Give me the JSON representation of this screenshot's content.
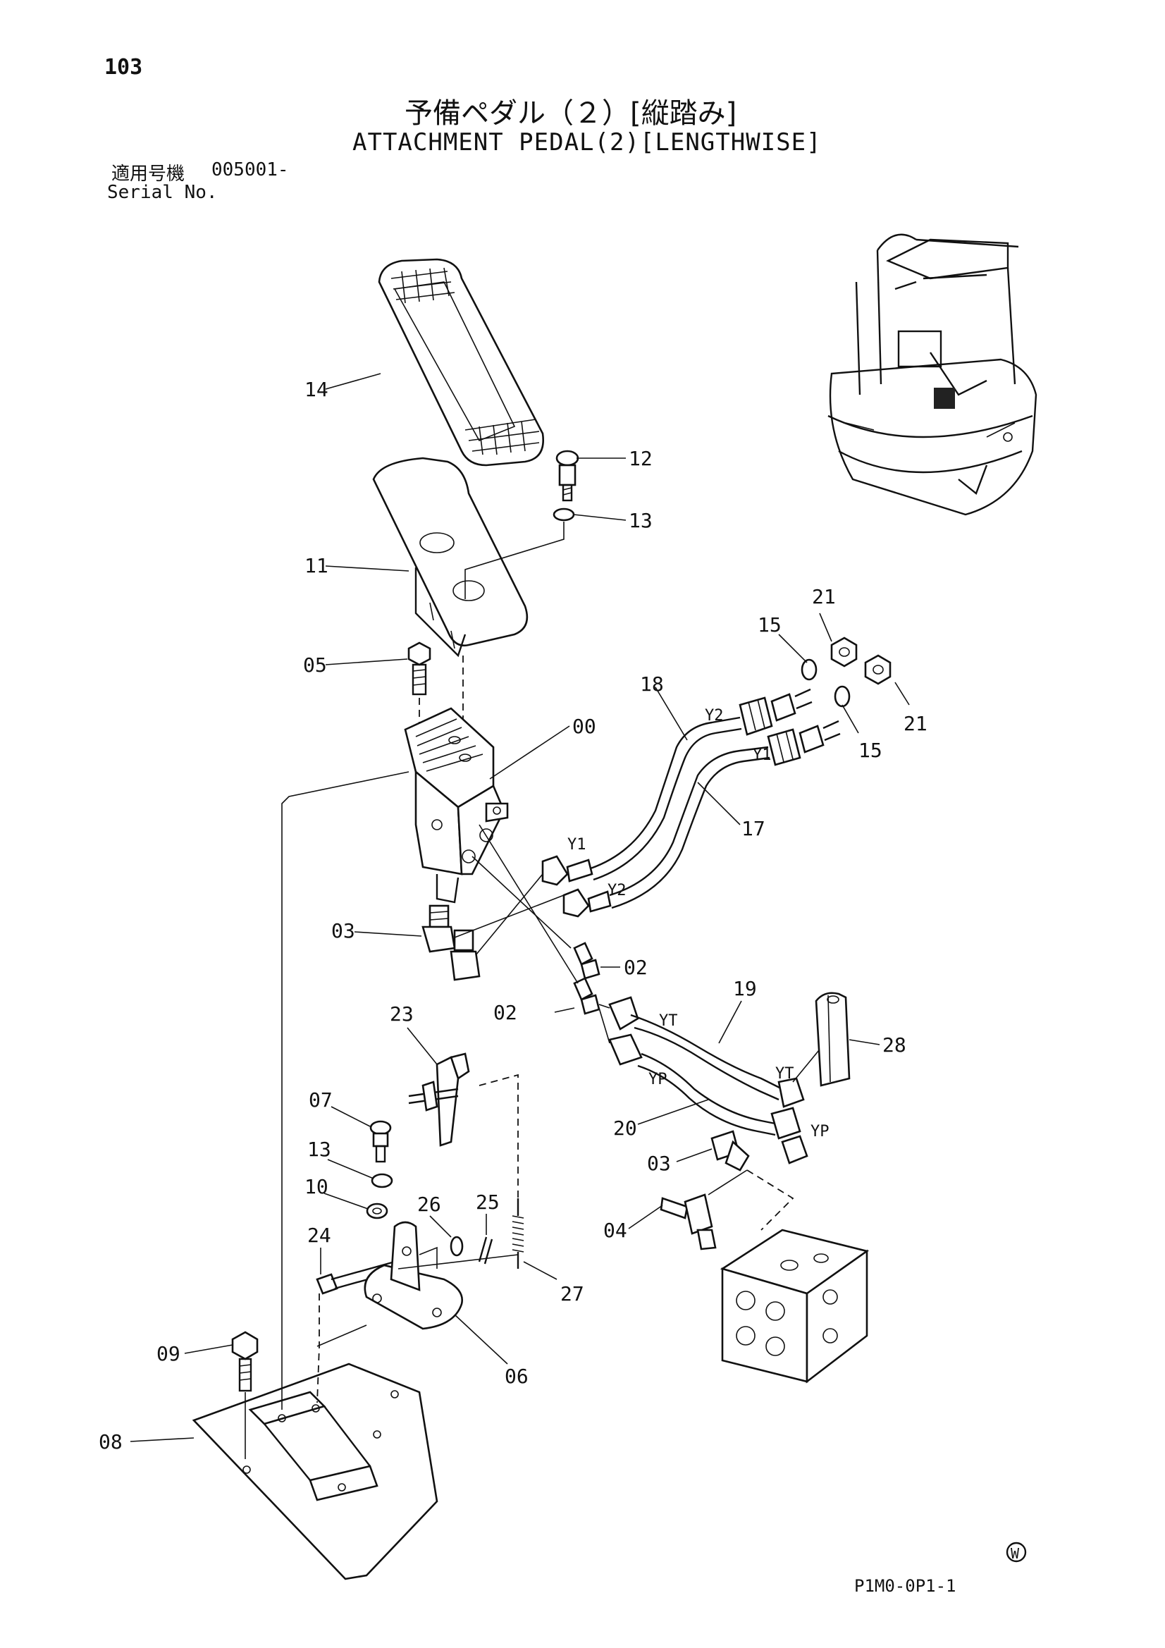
{
  "header": {
    "page_number": "103",
    "title_jp": "予備ペダル（２）[縦踏み]",
    "title_en": "ATTACHMENT PEDAL(2)[LENGTHWISE]",
    "serial_label_jp": "適用号機",
    "serial_value": "005001-",
    "serial_label_en": "Serial No."
  },
  "callouts": [
    "14",
    "12",
    "13",
    "11",
    "05",
    "00",
    "21",
    "15",
    "18",
    "21",
    "15",
    "17",
    "03",
    "02",
    "02",
    "19",
    "23",
    "28",
    "07",
    "20",
    "13",
    "03",
    "10",
    "26",
    "25",
    "04",
    "24",
    "27",
    "09",
    "06",
    "08"
  ],
  "port_labels": [
    "Y2",
    "Y1",
    "Y1",
    "Y2",
    "YT",
    "YP",
    "YT",
    "YP"
  ],
  "footer": {
    "drawing_code": "P1M0-0P1-1",
    "mark": "W"
  }
}
